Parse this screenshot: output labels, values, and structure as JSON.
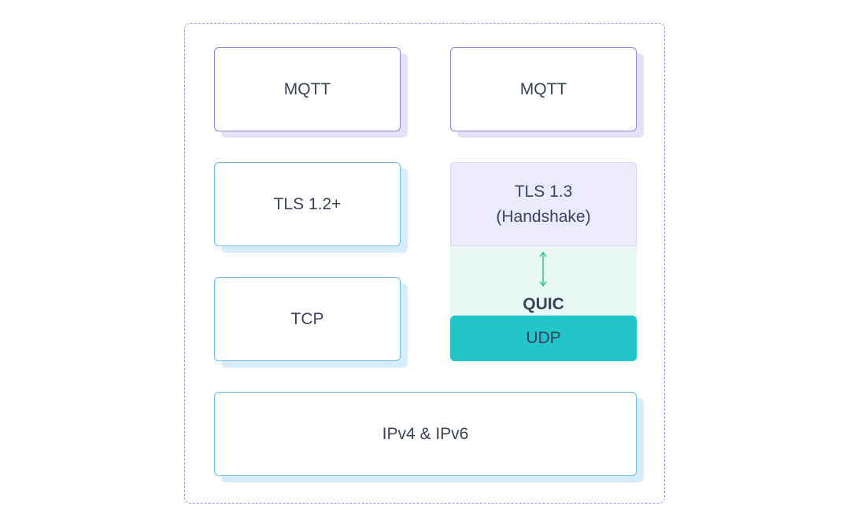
{
  "diagram": {
    "left_stack": {
      "mqtt": "MQTT",
      "tls": "TLS 1.2+",
      "tcp": "TCP"
    },
    "right_stack": {
      "mqtt": "MQTT",
      "tls_line1": "TLS 1.3",
      "tls_line2": "(Handshake)",
      "quic": "QUIC",
      "udp": "UDP"
    },
    "ip": "IPv4 & IPv6"
  },
  "colors": {
    "frame_border": "#9a93e6",
    "purple_border": "#8f86e6",
    "blue_border": "#6dbde8",
    "tls13_fill": "#ecebfd",
    "quic_fill": "#e9f7f5",
    "udp_fill": "#22c5ca",
    "arrow": "#2fc48a"
  }
}
